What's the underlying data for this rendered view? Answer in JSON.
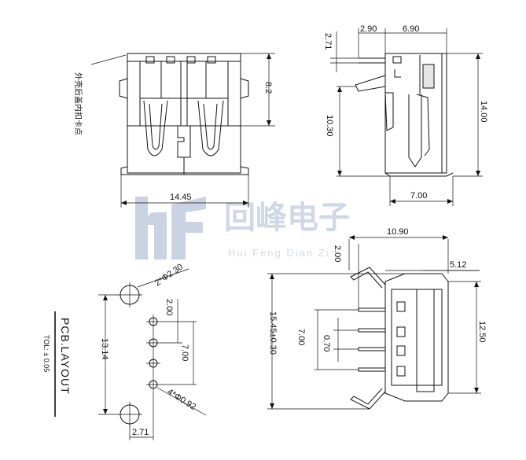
{
  "watermark": {
    "company_cn": "回峰电子",
    "company_pinyin": "Hui Feng Dian Zi",
    "logo_letters": "hf"
  },
  "front_view": {
    "callout_note": "外壳后盖内扣卡点",
    "dim_height": "8.2",
    "dim_width": "14.45"
  },
  "side_view": {
    "dim_top_left": "2.90",
    "dim_top_right": "6.90",
    "dim_offset": "2.71",
    "dim_pin": "10.30",
    "dim_total_height": "14.00",
    "dim_bottom": "7.00"
  },
  "pcb_layout": {
    "title": "PCB.LAYOUT",
    "tolerance": "TOL: ± 0.05",
    "dim_big_holes": "2*Φ2.30",
    "dim_pitch": "2.00",
    "dim_span": "7.00",
    "dim_height": "13.14",
    "dim_small_holes": "4*Φ0.92",
    "dim_offset": "2.71"
  },
  "top_view": {
    "dim_width": "10.90",
    "dim_pin_len": "2.00",
    "dim_front": "5.12",
    "dim_height": "15.45±0.30",
    "dim_pin_span": "7.00",
    "dim_pin_pitch": "0.70",
    "dim_body": "12.50"
  }
}
